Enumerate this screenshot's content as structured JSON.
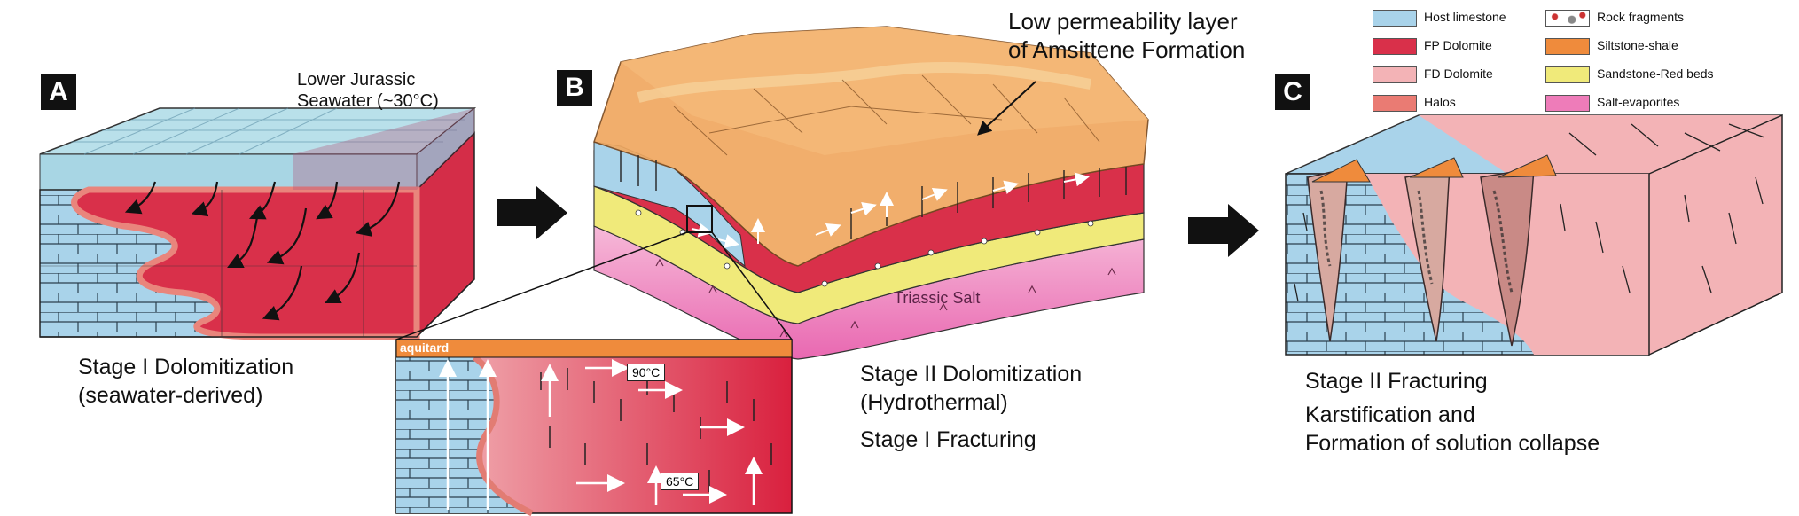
{
  "panels": {
    "a": {
      "label": "A",
      "seawater": [
        "Lower Jurassic",
        "Seawater (~30°C)"
      ],
      "caption": [
        "Stage I Dolomitization",
        "(seawater-derived)"
      ]
    },
    "b": {
      "label": "B",
      "layer_note": [
        "Low permeability layer",
        "of Amsittene Formation"
      ],
      "salt_label": "Triassic Salt",
      "inset_top_label": "aquitard",
      "temp_high": "90°C",
      "temp_low": "65°C",
      "caption": [
        "Stage II Dolomitization",
        "(Hydrothermal)"
      ],
      "caption2": "Stage I Fracturing"
    },
    "c": {
      "label": "C",
      "caption": [
        "Stage II Fracturing",
        "Karstification and",
        "Formation of solution collapse"
      ]
    }
  },
  "legend": [
    {
      "label": "Host limestone",
      "color": "#a9d3ea",
      "icon": "swatch"
    },
    {
      "label": "FP Dolomite",
      "color": "#d9304a",
      "icon": "swatch"
    },
    {
      "label": "FD Dolomite",
      "color": "#f3b3b6",
      "icon": "swatch"
    },
    {
      "label": "Halos",
      "color": "#ea7b73",
      "icon": "swatch"
    },
    {
      "label": "Rock fragments",
      "color": "#ffffff",
      "icon": "fragments"
    },
    {
      "label": "Siltstone-shale",
      "color": "#ef8b3c",
      "icon": "swatch"
    },
    {
      "label": "Sandstone-Red beds",
      "color": "#f0ea7a",
      "icon": "swatch"
    },
    {
      "label": "Salt-evaporites",
      "color": "#ee7cb9",
      "icon": "swatch"
    }
  ]
}
